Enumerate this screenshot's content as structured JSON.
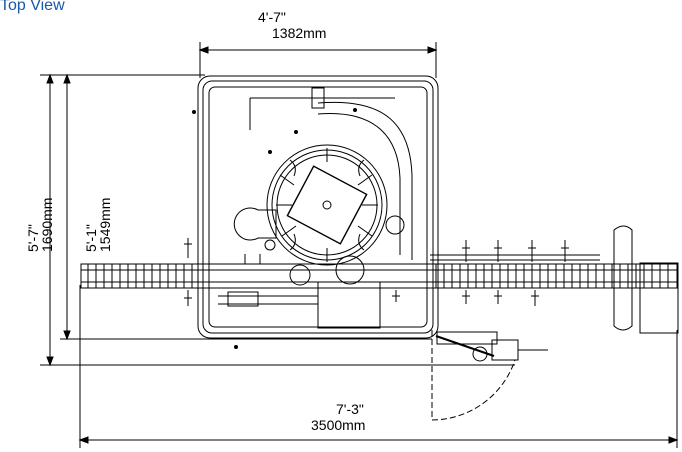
{
  "view_title": "Top View",
  "dimensions": {
    "width": {
      "imperial": "4'-7\"",
      "metric": "1382mm"
    },
    "overall_depth": {
      "imperial": "5'-7\"",
      "metric": "1690mm"
    },
    "frame_depth": {
      "imperial": "5'-1\"",
      "metric": "1549mm"
    },
    "overall_length": {
      "imperial": "7'-3\"",
      "metric": "3500mm"
    }
  },
  "colors": {
    "title": "#1a57a6",
    "line": "#000000"
  }
}
